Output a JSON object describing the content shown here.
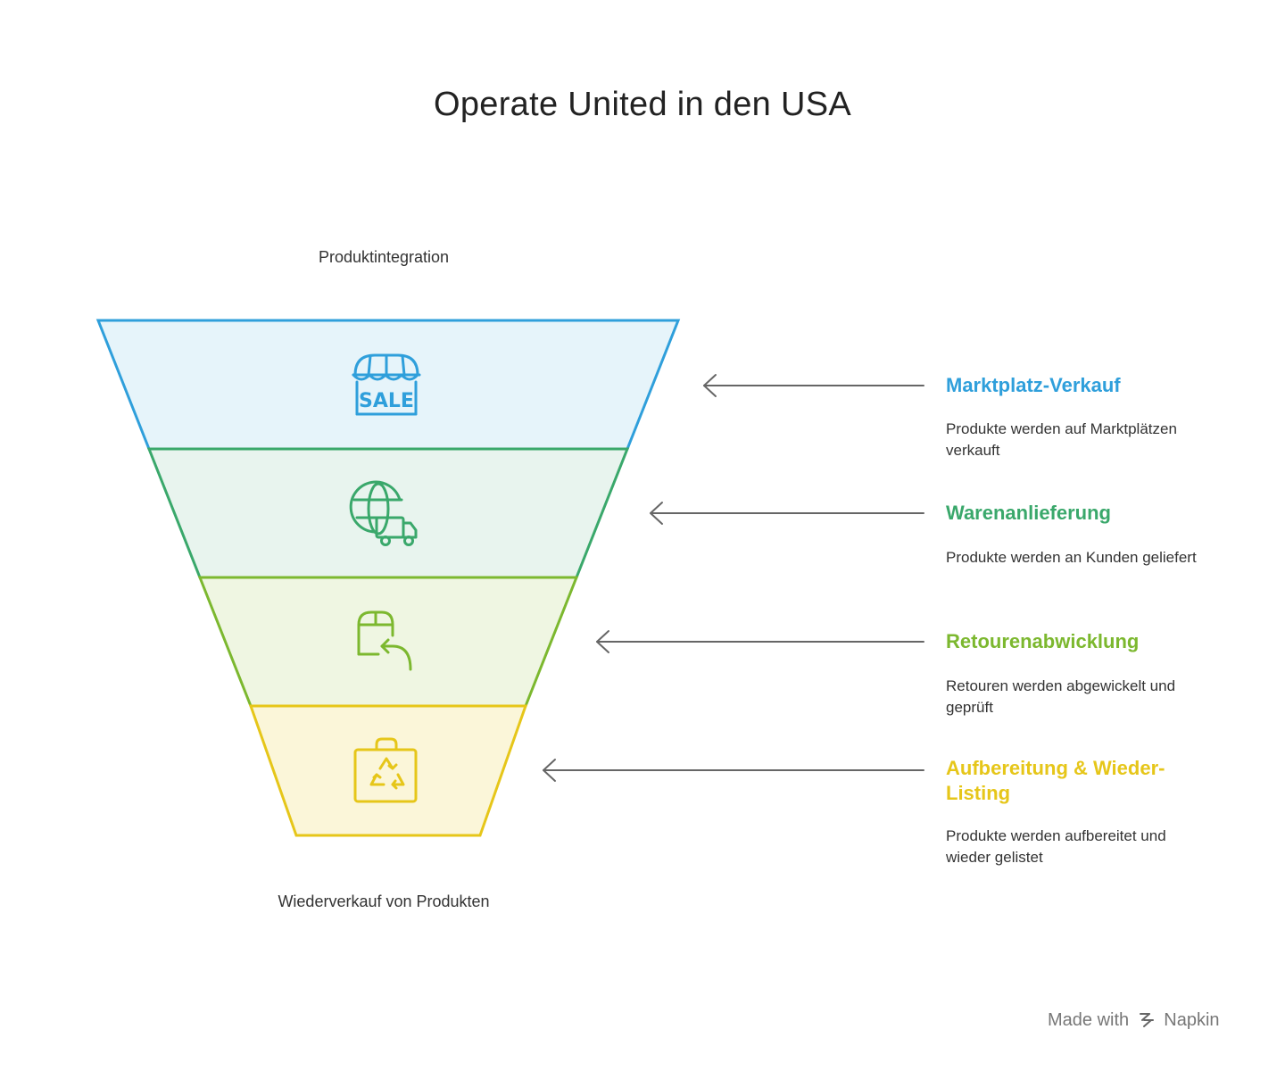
{
  "title": "Operate United in den USA",
  "top_label": "Produktintegration",
  "bottom_label": "Wiederverkauf von Produkten",
  "stages": [
    {
      "title": "Marktplatz-Verkauf",
      "description": "Produkte werden auf Marktplätzen verkauft",
      "icon": "sale-storefront-icon",
      "icon_text": "SALE",
      "color": "#2f9fdb",
      "fill": "#e6f4fa"
    },
    {
      "title": "Warenanlieferung",
      "description": "Produkte werden an Kunden geliefert",
      "icon": "globe-delivery-truck-icon",
      "color": "#3aa86b",
      "fill": "#e8f4ee"
    },
    {
      "title": "Retourenabwicklung",
      "description": "Retouren werden abgewickelt und geprüft",
      "icon": "package-return-icon",
      "color": "#7cb82f",
      "fill": "#eff6e2"
    },
    {
      "title": "Aufbereitung & Wieder-Listing",
      "description": "Produkte werden aufbereitet und wieder gelistet",
      "icon": "recycle-bag-icon",
      "color": "#e6c619",
      "fill": "#fbf6d9"
    }
  ],
  "footer": {
    "made_with": "Made with",
    "brand": "Napkin",
    "logo_icon": "napkin-logo-icon"
  }
}
